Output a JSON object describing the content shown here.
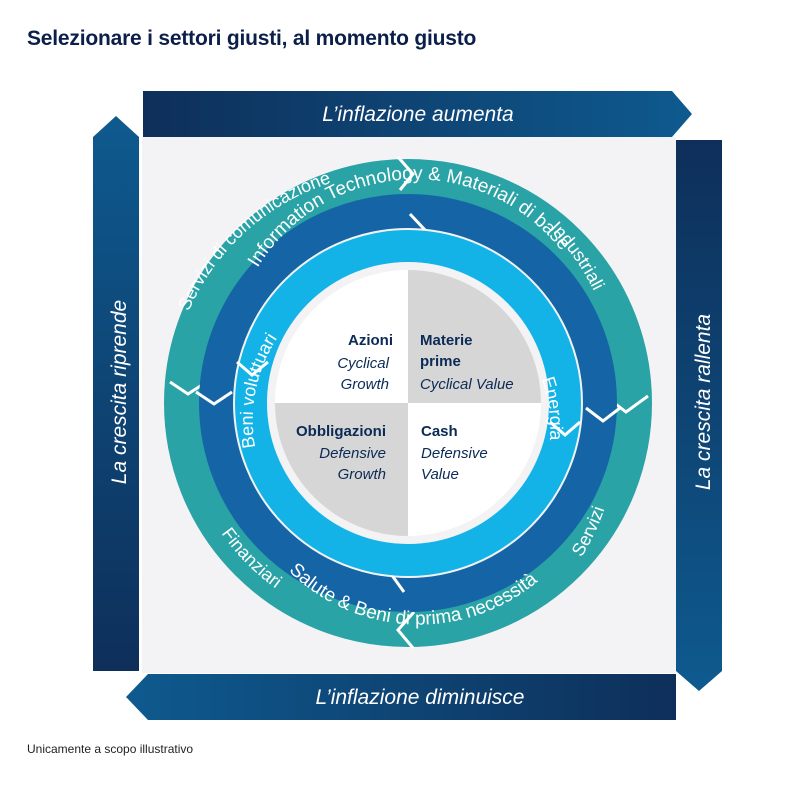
{
  "title": "Selezionare i settori giusti, al momento giusto",
  "footnote": "Unicamente a scopo illustrativo",
  "arrows": {
    "top": "L’inflazione aumenta",
    "right": "La crescita rallenta",
    "bottom": "L’inflazione diminuisce",
    "left": "La crescita riprende"
  },
  "outer_ring": {
    "top_left": "Servizi di comunicazione",
    "top_right": "Industriali",
    "bottom_right": "Servizi",
    "bottom_left": "Finanziari"
  },
  "middle_ring": {
    "top": "Information Technology & Materiali di base",
    "bottom": "Salute & Beni di prima necessità"
  },
  "inner_ring": {
    "left": "Beni voluttuari",
    "right": "Energia"
  },
  "quadrants": {
    "top_left": {
      "title": "Azioni",
      "line1": "Cyclical",
      "line2": "Growth"
    },
    "top_right": {
      "title1": "Materie",
      "title2": "prime",
      "line1": "Cyclical Value"
    },
    "bottom_left": {
      "title": "Obbligazioni",
      "line1": "Defensive",
      "line2": "Growth"
    },
    "bottom_right": {
      "title": "Cash",
      "line1": "Defensive",
      "line2": "Value"
    }
  },
  "colors": {
    "navy": "#0b3a66",
    "outer_ring": "#2aa3a6",
    "middle_ring": "#1565a6",
    "inner_ring": "#13b3e8",
    "gray": "#d6d6d6",
    "text_dark": "#0b2a55"
  }
}
